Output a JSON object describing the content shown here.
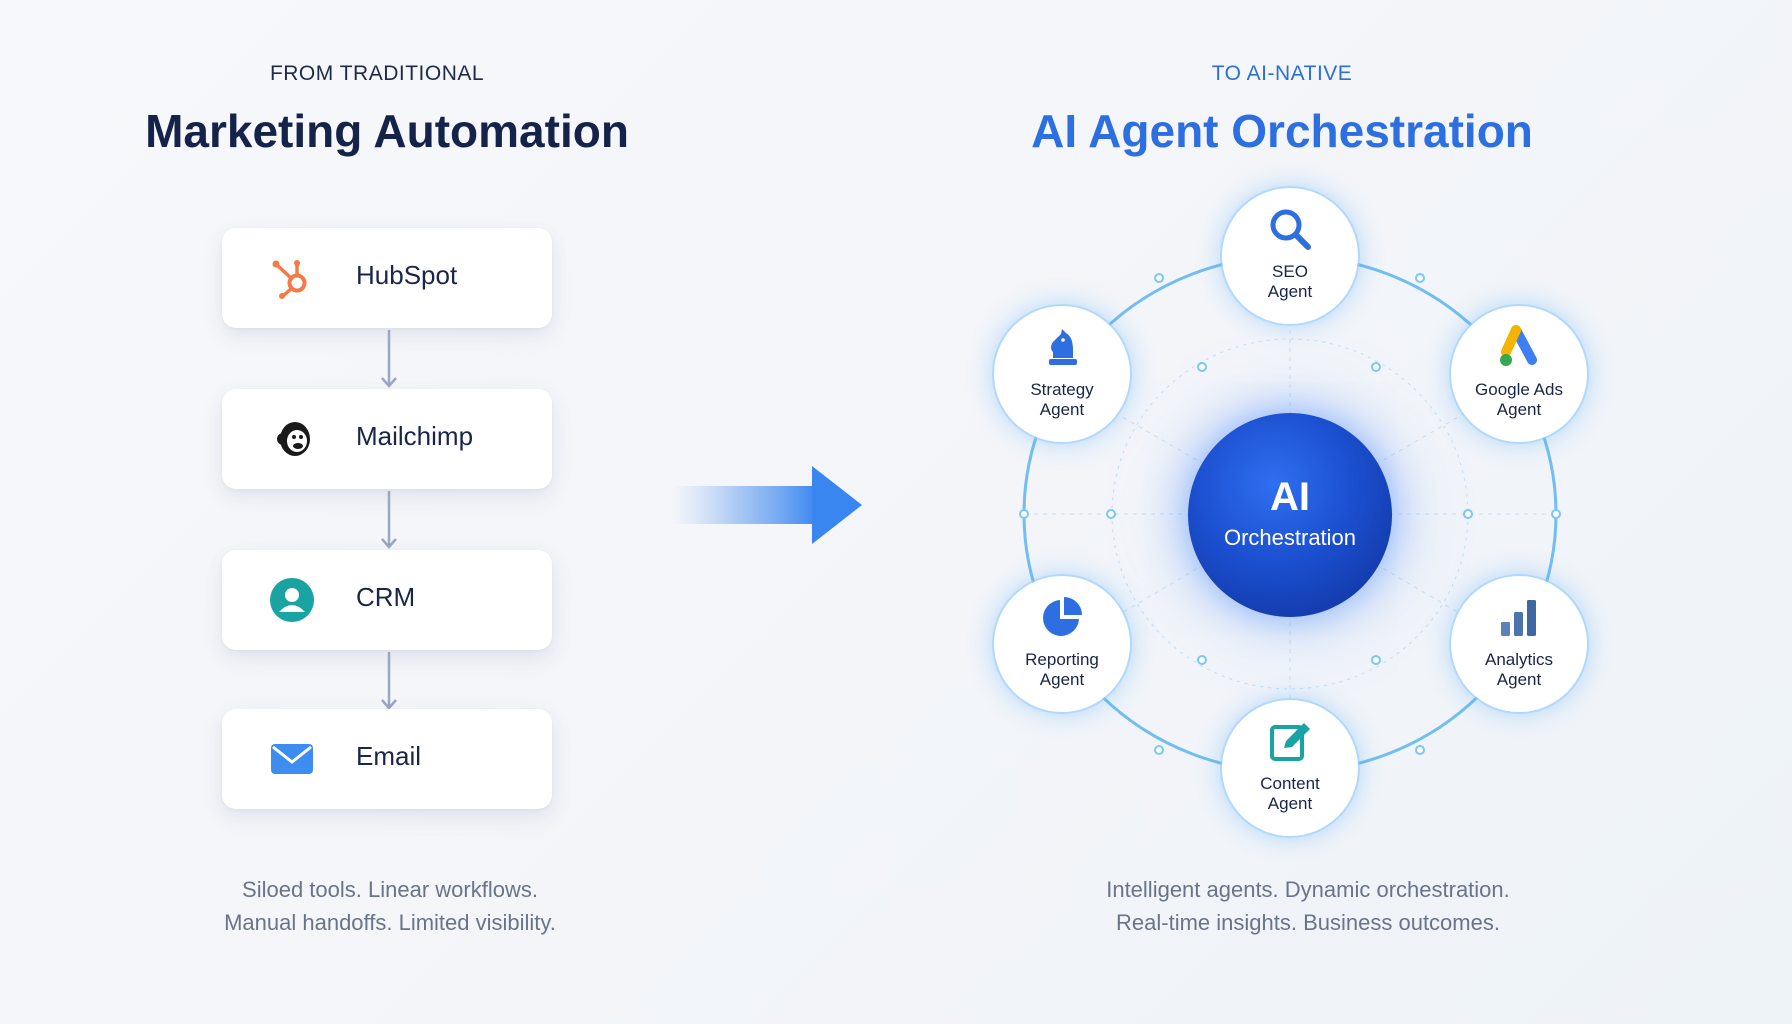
{
  "left": {
    "eyebrow": "FROM TRADITIONAL",
    "title": "Marketing Automation",
    "tools": [
      {
        "label": "HubSpot",
        "icon": "hubspot-icon"
      },
      {
        "label": "Mailchimp",
        "icon": "mailchimp-icon"
      },
      {
        "label": "CRM",
        "icon": "user-icon"
      },
      {
        "label": "Email",
        "icon": "envelope-icon"
      }
    ],
    "caption_line1": "Siloed tools. Linear workflows.",
    "caption_line2": "Manual handoffs. Limited visibility."
  },
  "right": {
    "eyebrow": "TO AI-NATIVE",
    "title": "AI Agent Orchestration",
    "hub": {
      "line1": "AI",
      "line2": "Orchestration"
    },
    "agents": [
      {
        "line1": "SEO",
        "line2": "Agent",
        "icon": "magnifier-icon"
      },
      {
        "line1": "Google Ads",
        "line2": "Agent",
        "icon": "google-ads-icon"
      },
      {
        "line1": "Analytics",
        "line2": "Agent",
        "icon": "bar-chart-icon"
      },
      {
        "line1": "Content",
        "line2": "Agent",
        "icon": "edit-icon"
      },
      {
        "line1": "Reporting",
        "line2": "Agent",
        "icon": "pie-chart-icon"
      },
      {
        "line1": "Strategy",
        "line2": "Agent",
        "icon": "chess-knight-icon"
      }
    ],
    "caption_line1": "Intelligent agents. Dynamic orchestration.",
    "caption_line2": "Real-time insights. Business outcomes."
  },
  "colors": {
    "navy": "#15234a",
    "accent_blue": "#2d6fe0",
    "hubspot_orange": "#f57a45",
    "crm_teal": "#1aa3a3",
    "ring_blue": "#5ab4f0"
  }
}
